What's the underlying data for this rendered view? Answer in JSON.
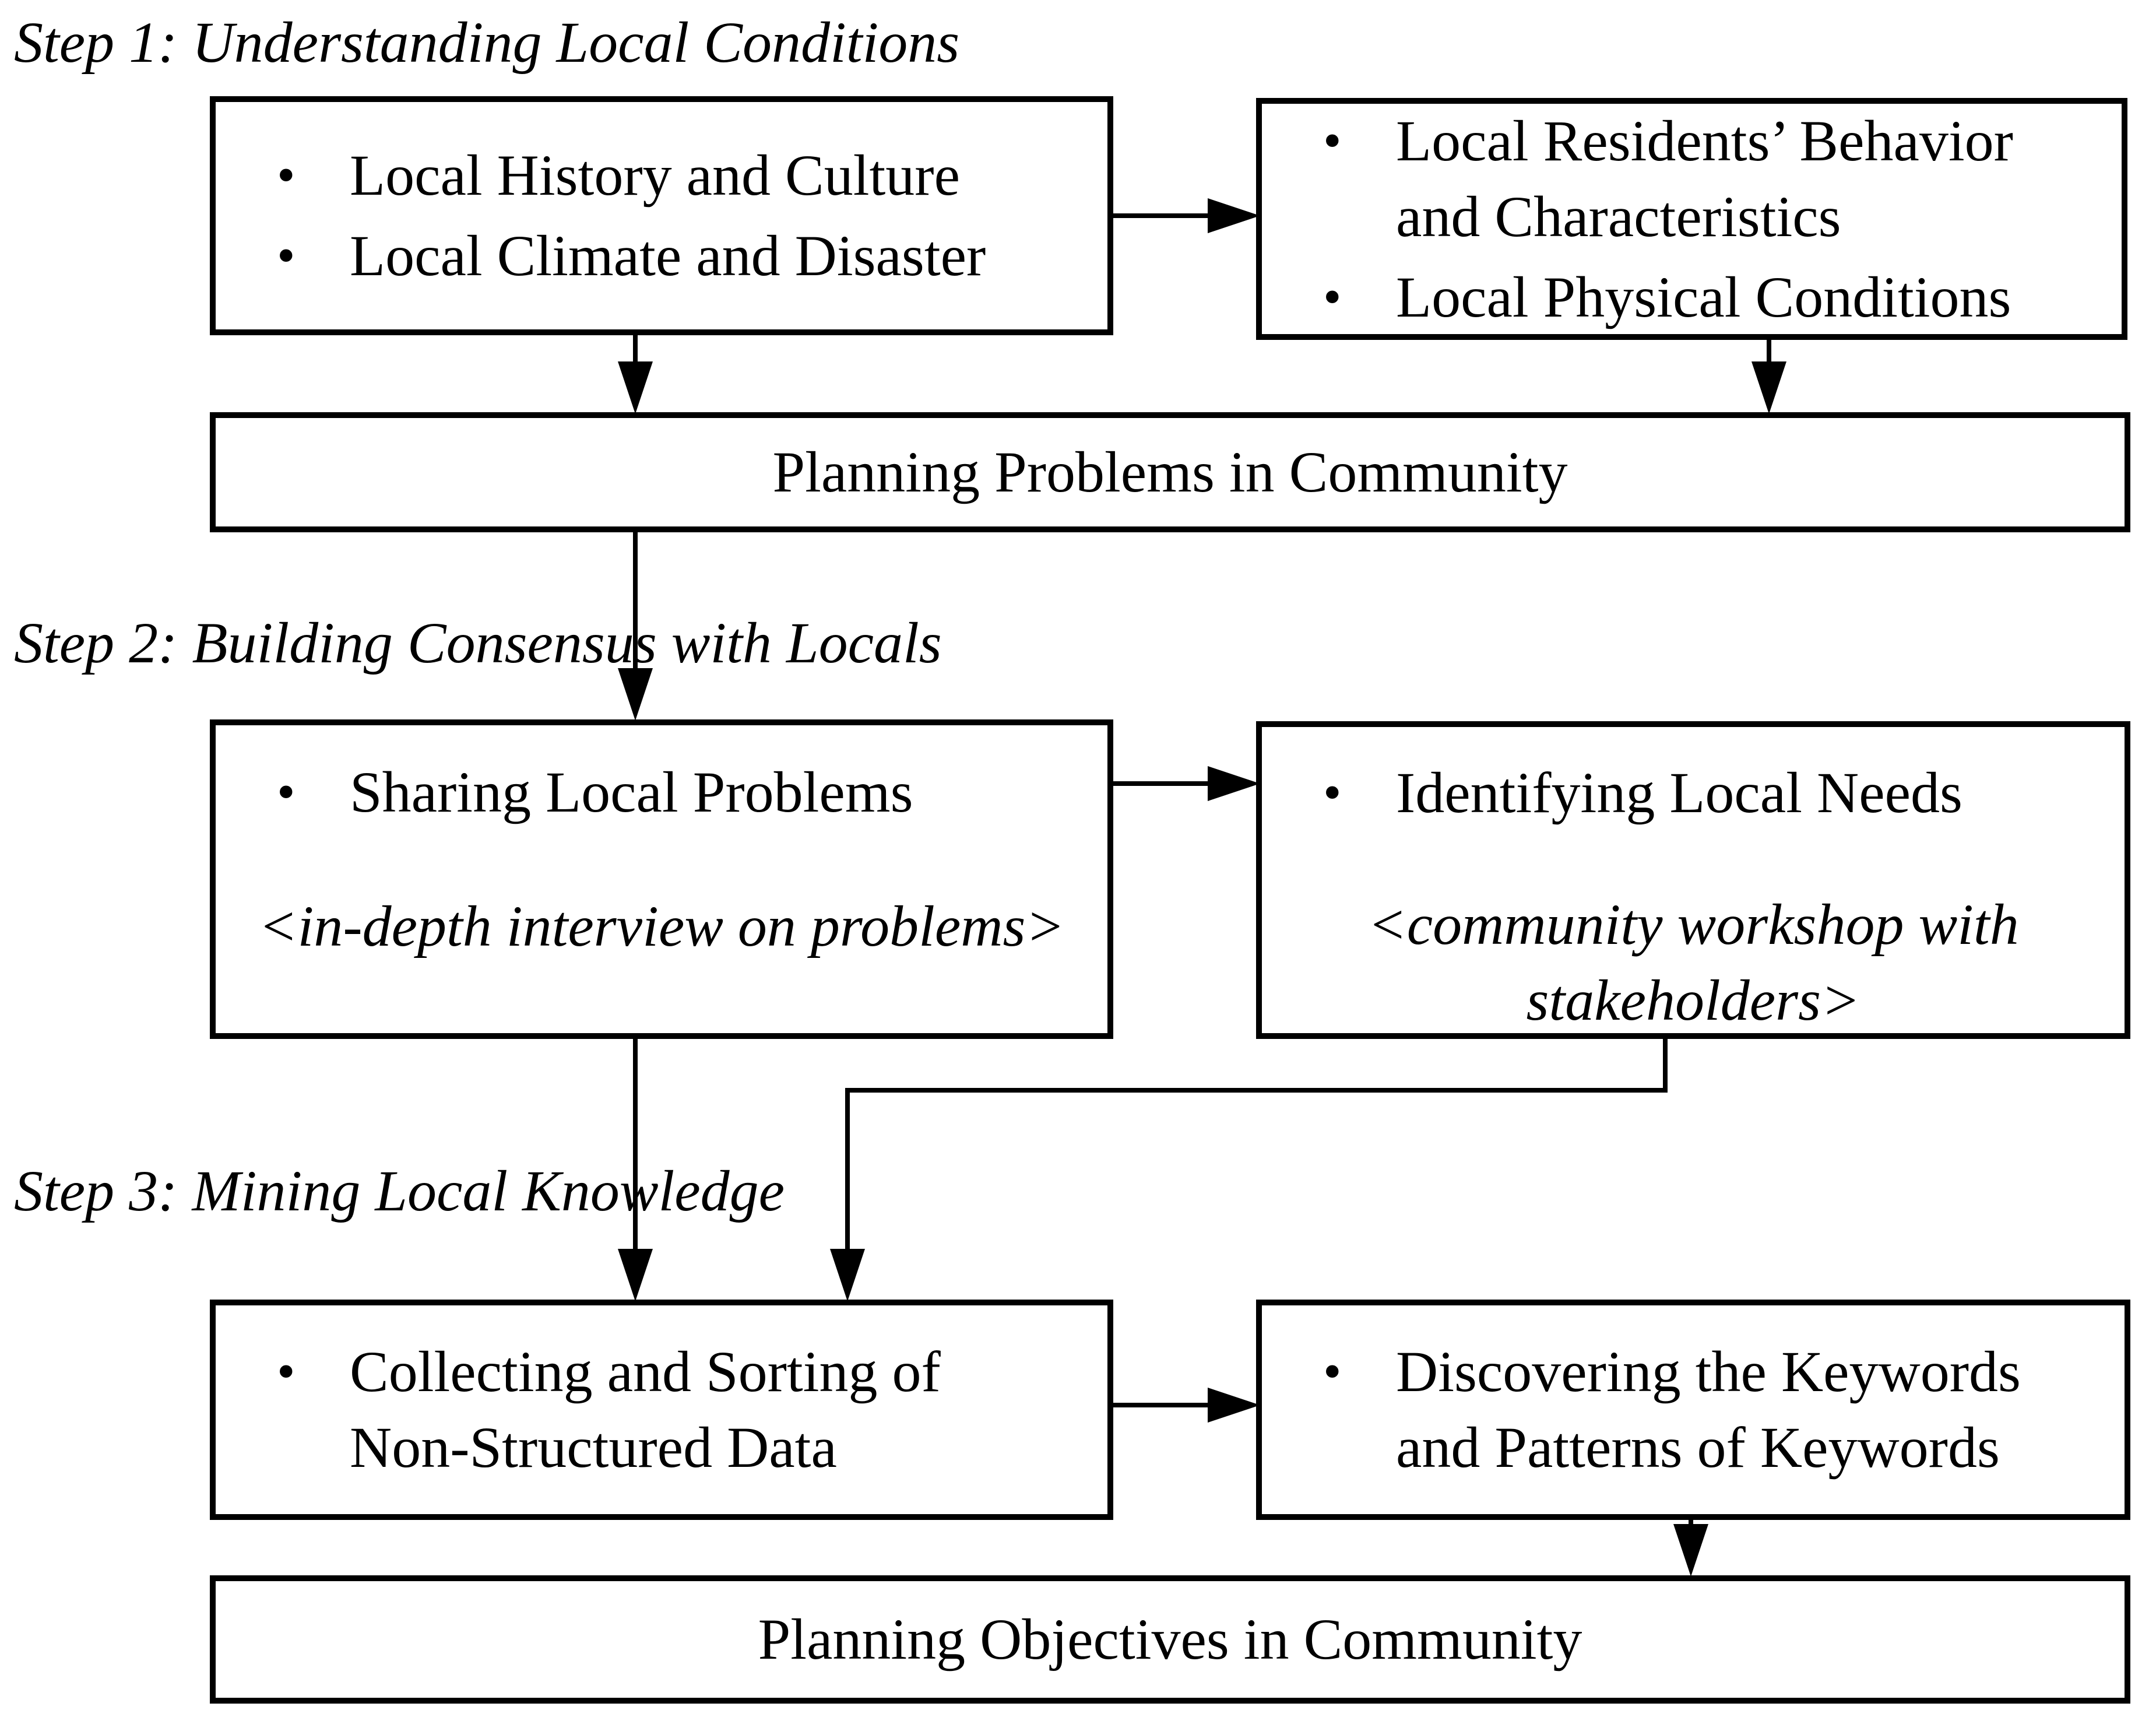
{
  "colors": {
    "line": "#000000",
    "background": "#ffffff",
    "text": "#000000"
  },
  "glyphs": {
    "bullet": "•"
  },
  "headings": {
    "step1": "Step 1: Understanding Local Conditions",
    "step2": "Step 2: Building Consensus with Locals",
    "step3": "Step 3: Mining Local Knowledge"
  },
  "step1": {
    "left_box": {
      "bullets": [
        "Local History and Culture",
        "Local Climate and Disaster"
      ]
    },
    "right_box": {
      "bullets": [
        "Local Residents’ Behavior and Characteristics",
        "Local Physical Conditions"
      ]
    },
    "output_bar": "Planning Problems in Community"
  },
  "step2": {
    "left_box": {
      "bullets": [
        "Sharing Local Problems"
      ],
      "note": "<in-depth interview on problems>"
    },
    "right_box": {
      "bullets": [
        "Identifying Local Needs"
      ],
      "note": "<community workshop with stakeholders>"
    }
  },
  "step3": {
    "left_box": {
      "bullets": [
        "Collecting and Sorting of Non-Structured Data"
      ]
    },
    "right_box": {
      "bullets": [
        "Discovering the Keywords and Patterns of Keywords"
      ]
    },
    "output_bar": "Planning Objectives in Community"
  }
}
